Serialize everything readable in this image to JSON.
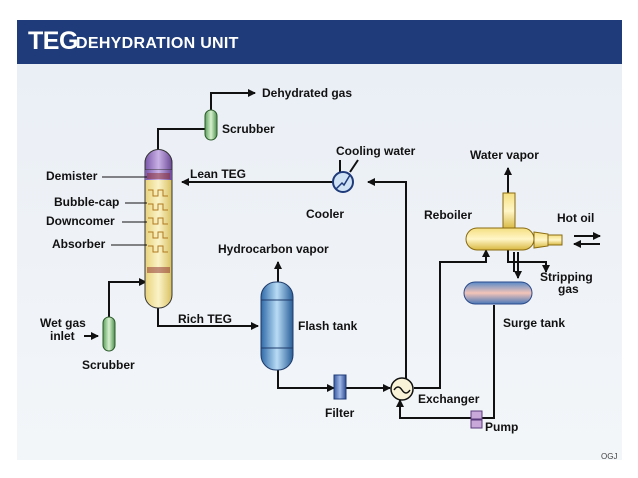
{
  "header": {
    "title_main": "TEG",
    "title_sub": "DEHYDRATION UNIT"
  },
  "labels": {
    "dehydrated_gas": "Dehydrated gas",
    "scrubber_top": "Scrubber",
    "cooling_water": "Cooling water",
    "water_vapor": "Water vapor",
    "demister": "Demister",
    "lean_teg": "Lean TEG",
    "bubble_cap": "Bubble-cap",
    "downcomer": "Downcomer",
    "absorber": "Absorber",
    "cooler": "Cooler",
    "reboiler": "Reboiler",
    "hot_oil": "Hot oil",
    "hydrocarbon_vapor": "Hydrocarbon vapor",
    "stripping": "Stripping",
    "gas": "gas",
    "surge_tank": "Surge tank",
    "wet_gas": "Wet gas",
    "inlet": "inlet",
    "rich_teg": "Rich TEG",
    "flash_tank": "Flash tank",
    "scrubber_bottom": "Scrubber",
    "filter": "Filter",
    "exchanger": "Exchanger",
    "pump": "Pump"
  },
  "credit": "OGJ"
}
